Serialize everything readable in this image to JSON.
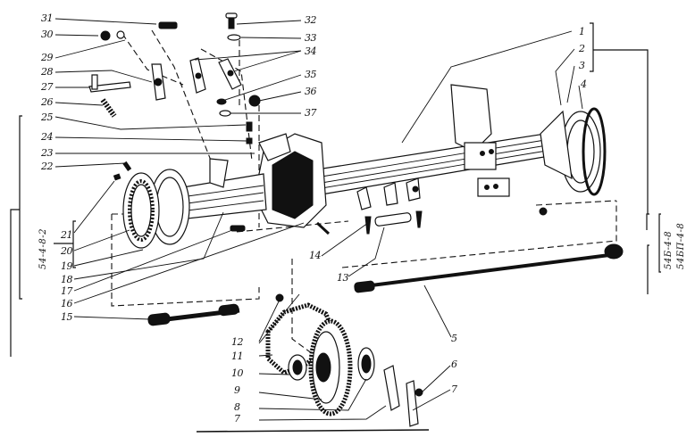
{
  "diagram": {
    "title": "Rear axle assembly — exploded view",
    "callouts": [
      {
        "id": "1",
        "text": "1"
      },
      {
        "id": "2",
        "text": "2"
      },
      {
        "id": "3",
        "text": "3"
      },
      {
        "id": "4",
        "text": "4"
      },
      {
        "id": "5",
        "text": "5"
      },
      {
        "id": "6",
        "text": "6"
      },
      {
        "id": "7a",
        "text": "7"
      },
      {
        "id": "7b",
        "text": "7"
      },
      {
        "id": "8",
        "text": "8"
      },
      {
        "id": "9",
        "text": "9"
      },
      {
        "id": "10",
        "text": "10"
      },
      {
        "id": "11",
        "text": "11"
      },
      {
        "id": "12",
        "text": "12"
      },
      {
        "id": "13",
        "text": "13"
      },
      {
        "id": "14",
        "text": "14"
      },
      {
        "id": "15",
        "text": "15"
      },
      {
        "id": "16",
        "text": "16"
      },
      {
        "id": "17",
        "text": "17"
      },
      {
        "id": "18",
        "text": "18"
      },
      {
        "id": "19",
        "text": "19"
      },
      {
        "id": "20",
        "text": "20"
      },
      {
        "id": "21",
        "text": "21"
      },
      {
        "id": "22",
        "text": "22"
      },
      {
        "id": "23",
        "text": "23"
      },
      {
        "id": "24",
        "text": "24"
      },
      {
        "id": "25",
        "text": "25"
      },
      {
        "id": "26",
        "text": "26"
      },
      {
        "id": "27",
        "text": "27"
      },
      {
        "id": "28",
        "text": "28"
      },
      {
        "id": "29",
        "text": "29"
      },
      {
        "id": "30",
        "text": "30"
      },
      {
        "id": "31",
        "text": "31"
      },
      {
        "id": "32",
        "text": "32"
      },
      {
        "id": "33",
        "text": "33"
      },
      {
        "id": "34",
        "text": "34"
      },
      {
        "id": "35",
        "text": "35"
      },
      {
        "id": "36",
        "text": "36"
      },
      {
        "id": "37",
        "text": "37"
      }
    ],
    "group_codes": {
      "left": "54-4-8-2",
      "right_a": "54Б-4-8",
      "right_b": "54БП-4-8"
    }
  }
}
